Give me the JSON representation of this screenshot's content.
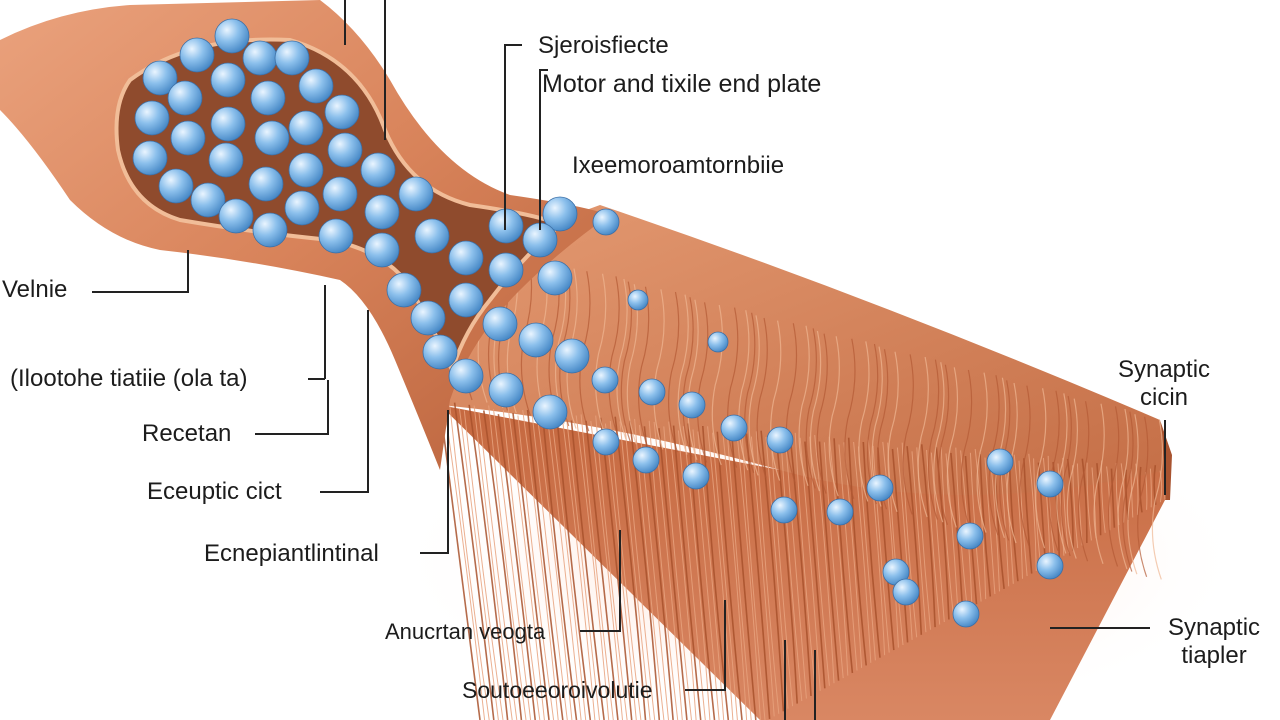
{
  "diagram": {
    "labels": {
      "top_a": "Sjeroisfiecte",
      "top_b": "Motor and tixile end plate",
      "top_c": "Ixeemoroamtornbiie",
      "left_1": "Velnie",
      "left_2": "(Ilootohe tiatiie (ola ta)",
      "left_3": "Recetan",
      "left_4": "Eceuptic cict",
      "left_5": "Ecnepiantlintinal",
      "bottom_1": "Anucrtan veogta",
      "bottom_2": "Soutoeeoroivolutie",
      "right_1_line1": "Synaptic",
      "right_1_line2": "cicin",
      "right_2_line1": "Synaptic",
      "right_2_line2": "tiapler"
    },
    "colors": {
      "tissue": "#d9875f",
      "tissue_dark": "#b8603c",
      "tissue_light": "#f2b894",
      "inner": "#8a4a2c",
      "vesicle": "#7fb6e6",
      "vesicle_highlight": "#e6f3ff",
      "glow": "#ffd2c2"
    }
  }
}
